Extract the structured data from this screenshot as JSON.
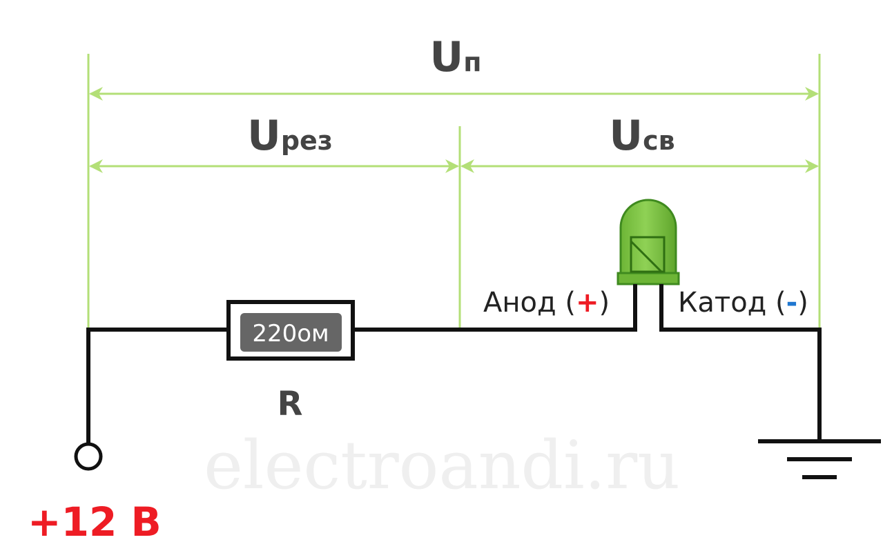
{
  "colors": {
    "dimension_lines": "#b3df77",
    "wire": "#111111",
    "resistor_fill": "#666666",
    "led_body": "#7dc242",
    "led_outline": "#3f8a1f",
    "supply_text": "#ee1c24",
    "anode_sign": "#ee1c24",
    "cathode_sign": "#1f77d0",
    "label_text": "#444444",
    "watermark": "#efefef"
  },
  "dimensions": {
    "total": {
      "main": "U",
      "sub": "п"
    },
    "resistor": {
      "main": "U",
      "sub": "рез"
    },
    "led": {
      "main": "U",
      "sub": "св"
    }
  },
  "resistor": {
    "value": "220ом",
    "designator": "R"
  },
  "led": {
    "anode_label": "Анод (",
    "anode_sign": "+",
    "anode_close": ")",
    "cathode_label": "Катод (",
    "cathode_sign": "-",
    "cathode_close": ")"
  },
  "supply": {
    "label": "+12 В"
  },
  "watermark": "electroandi.ru",
  "icons": {
    "terminal": "open-circle-terminal-icon",
    "ground": "ground-symbol-icon",
    "led": "led-icon",
    "resistor": "resistor-icon"
  }
}
